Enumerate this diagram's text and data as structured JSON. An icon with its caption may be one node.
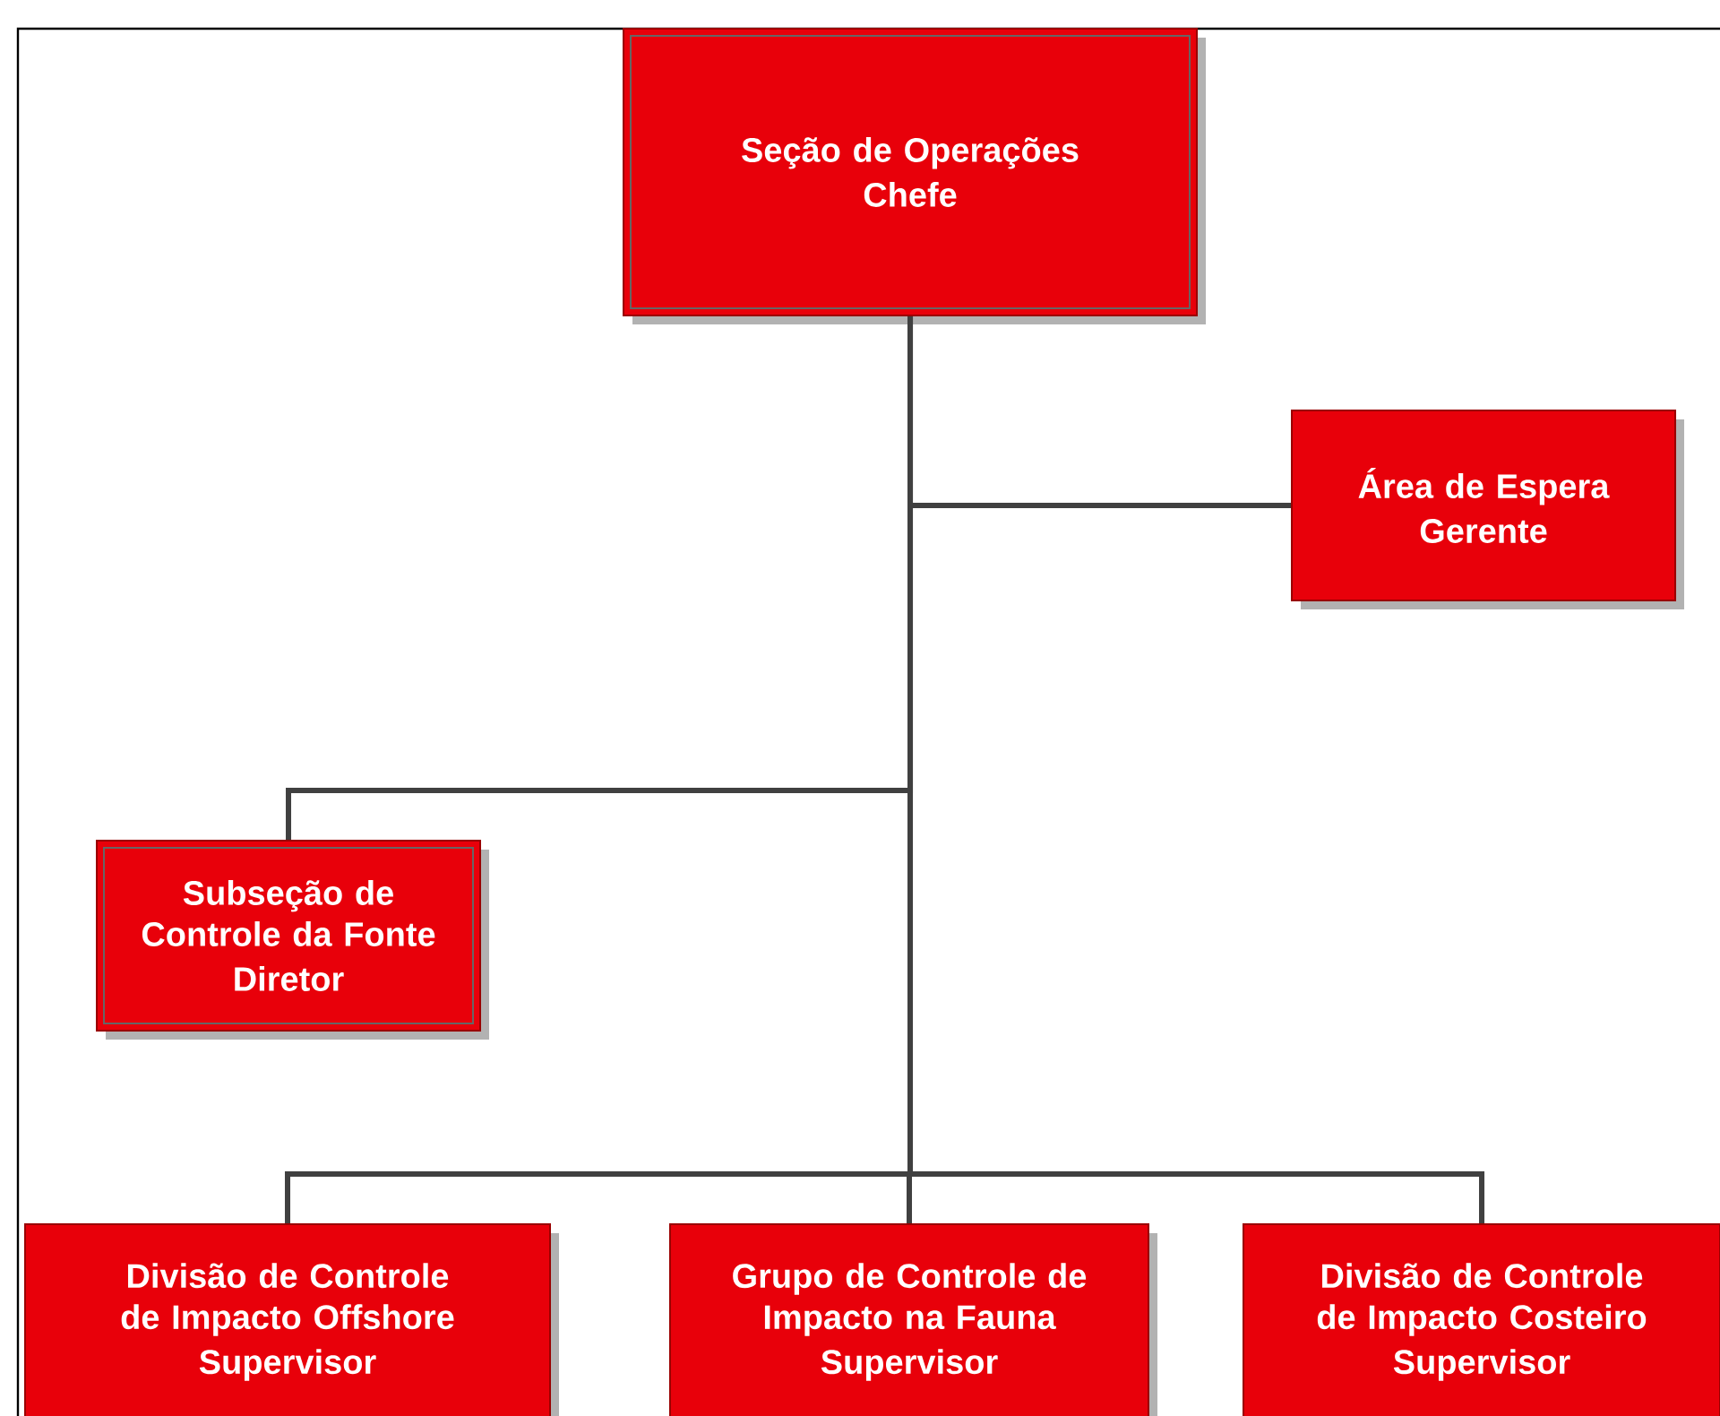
{
  "diagram": {
    "nodes": [
      {
        "text": [
          "Seção de Operações",
          "Chefe"
        ]
      },
      {
        "text": [
          "Área de Espera",
          "Gerente"
        ]
      },
      {
        "text": [
          "Subseção de Controle da Fonte",
          "Diretor"
        ]
      },
      {
        "text": [
          "Divisão de Controle de Impacto Offshore",
          "Supervisor"
        ]
      },
      {
        "text": [
          "Grupo de Controle de Impacto na Fauna",
          "Supervisor"
        ]
      },
      {
        "text": [
          "Divisão de Controle de Impacto Costeiro",
          "Supervisor"
        ]
      }
    ],
    "edges": [
      {
        "from": 0,
        "to": 1,
        "arrow": "none"
      },
      {
        "from": 0,
        "to": 2,
        "arrow": "none"
      },
      {
        "from": 0,
        "to": 3,
        "arrow": "none"
      },
      {
        "from": 0,
        "to": 4,
        "arrow": "none"
      },
      {
        "from": 0,
        "to": 5,
        "arrow": "none"
      }
    ]
  }
}
